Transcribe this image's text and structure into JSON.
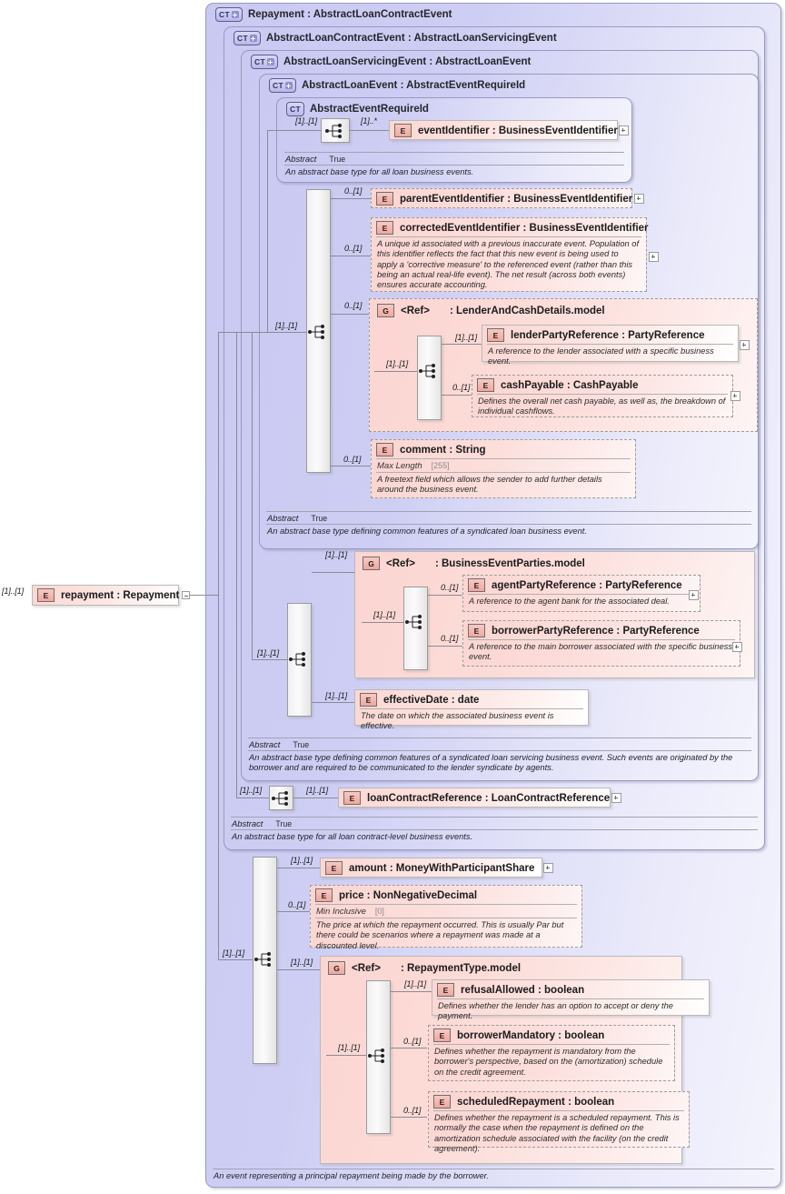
{
  "diagram": {
    "kind": "xsd-schema-diagram",
    "root_element": {
      "badge": "E",
      "label": "repayment : Repayment",
      "cardinality": "[1]..[1]"
    }
  },
  "complex_types": [
    {
      "id": "ct1",
      "badge": "CT",
      "expandable": true,
      "title": "Repayment : AbstractLoanContractEvent",
      "annotation": {
        "description": "An event representing a principal repayment being made by the borrower."
      }
    },
    {
      "id": "ct2",
      "badge": "CT",
      "expandable": true,
      "title": "AbstractLoanContractEvent : AbstractLoanServicingEvent",
      "annotation": {
        "abstract_key": "Abstract",
        "abstract_value": "True",
        "description": "An abstract base type for all loan contract-level business events."
      }
    },
    {
      "id": "ct3",
      "badge": "CT",
      "expandable": true,
      "title": "AbstractLoanServicingEvent : AbstractLoanEvent",
      "annotation": {
        "abstract_key": "Abstract",
        "abstract_value": "True",
        "description": "An abstract base type defining common features of a syndicated loan servicing business event. Such events are originated by the borrower and are required to be communicated to the lender syndicate by agents."
      }
    },
    {
      "id": "ct4",
      "badge": "CT",
      "expandable": true,
      "title": "AbstractLoanEvent : AbstractEventRequireId",
      "annotation": {
        "abstract_key": "Abstract",
        "abstract_value": "True",
        "description": "An abstract base type defining common features of a syndicated loan business event."
      }
    },
    {
      "id": "ct5",
      "badge": "CT",
      "expandable": false,
      "title": "AbstractEventRequireId",
      "annotation": {
        "abstract_key": "Abstract",
        "abstract_value": "True",
        "description": "An abstract base type for all loan business events."
      }
    }
  ],
  "groups": [
    {
      "id": "g_lender",
      "badge": "G",
      "ref": "<Ref>",
      "name": ": LenderAndCashDetails.model",
      "cardinality": "0..[1]"
    },
    {
      "id": "g_parties",
      "badge": "G",
      "ref": "<Ref>",
      "name": ": BusinessEventParties.model",
      "cardinality": "[1]..[1]"
    },
    {
      "id": "g_reptype",
      "badge": "G",
      "ref": "<Ref>",
      "name": ": RepaymentType.model",
      "cardinality": "[1]..[1]"
    }
  ],
  "elements": [
    {
      "id": "eventIdentifier",
      "badge": "E",
      "label": "eventIdentifier : BusinessEventIdentifier",
      "cardinality": "[1]..*",
      "expandable": true,
      "dashed": false
    },
    {
      "id": "parentEventIdentifier",
      "badge": "E",
      "label": "parentEventIdentifier : BusinessEventIdentifier",
      "cardinality": "0..[1]",
      "expandable": true,
      "dashed": true
    },
    {
      "id": "correctedEventIdentifier",
      "badge": "E",
      "label": "correctedEventIdentifier : BusinessEventIdentifier",
      "cardinality": "0..[1]",
      "expandable": true,
      "dashed": true,
      "doc": "A unique id associated with a previous inaccurate event. Population of this identifier reflects the fact that this new event is being used to apply a 'corrective measure' to the referenced event (rather than this being an actual real-life event). The net result (across both events) ensures accurate accounting."
    },
    {
      "id": "lenderPartyReference",
      "badge": "E",
      "label": "lenderPartyReference : PartyReference",
      "cardinality": "[1]..[1]",
      "expandable": true,
      "dashed": false,
      "doc": "A reference to the lender associated with a specific business event."
    },
    {
      "id": "cashPayable",
      "badge": "E",
      "label": "cashPayable : CashPayable",
      "cardinality": "0..[1]",
      "expandable": true,
      "dashed": true,
      "doc": "Defines the overall net cash payable, as well as, the breakdown of individual cashflows."
    },
    {
      "id": "comment",
      "badge": "E",
      "label": "comment : String",
      "cardinality": "0..[1]",
      "expandable": false,
      "dashed": true,
      "facet_key": "Max Length",
      "facet_value": "[255]",
      "doc": "A freetext field which allows the sender to add further details around the business event."
    },
    {
      "id": "agentPartyReference",
      "badge": "E",
      "label": "agentPartyReference : PartyReference",
      "cardinality": "0..[1]",
      "expandable": true,
      "dashed": true,
      "doc": "A reference to the agent bank for the associated deal."
    },
    {
      "id": "borrowerPartyReference",
      "badge": "E",
      "label": "borrowerPartyReference : PartyReference",
      "cardinality": "0..[1]",
      "expandable": true,
      "dashed": true,
      "doc": "A reference to the main borrower associated with the specific business event."
    },
    {
      "id": "effectiveDate",
      "badge": "E",
      "label": "effectiveDate : date",
      "cardinality": "[1]..[1]",
      "expandable": false,
      "dashed": false,
      "doc": "The date on which the associated business event is effective."
    },
    {
      "id": "loanContractReference",
      "badge": "E",
      "label": "loanContractReference : LoanContractReference",
      "cardinality": "[1]..[1]",
      "expandable": true,
      "dashed": false
    },
    {
      "id": "amount",
      "badge": "E",
      "label": "amount   : MoneyWithParticipantShare",
      "cardinality": "[1]..[1]",
      "expandable": true,
      "dashed": false
    },
    {
      "id": "price",
      "badge": "E",
      "label": "price       : NonNegativeDecimal",
      "cardinality": "0..[1]",
      "expandable": false,
      "dashed": true,
      "facet_key": "Min Inclusive",
      "facet_value": "[0]",
      "doc": "The price at which the repayment occurred. This is usually Par but there could be scenarios where a repayment was made at a discounted level."
    },
    {
      "id": "refusalAllowed",
      "badge": "E",
      "label": "refusalAllowed : boolean",
      "cardinality": "[1]..[1]",
      "expandable": false,
      "dashed": false,
      "doc": "Defines whether the lender has an option to accept or deny the payment."
    },
    {
      "id": "borrowerMandatory",
      "badge": "E",
      "label": "borrowerMandatory : boolean",
      "cardinality": "0..[1]",
      "expandable": false,
      "dashed": true,
      "doc": "Defines whether the repayment is mandatory from the borrower's perspective, based on the (amortization) schedule on the credit agreement."
    },
    {
      "id": "scheduledRepayment",
      "badge": "E",
      "label": "scheduledRepayment : boolean",
      "cardinality": "0..[1]",
      "expandable": false,
      "dashed": true,
      "doc": "Defines whether the repayment is a scheduled repayment. This is normally the case when the repayment is defined on the amortization schedule associated with the facility (on the credit agreement)."
    }
  ],
  "sequences": [
    {
      "id": "seq_ct5",
      "cardinality": "[1]..[1]"
    },
    {
      "id": "seq_ct4",
      "cardinality": "[1]..[1]"
    },
    {
      "id": "seq_lender",
      "cardinality": "[1]..[1]"
    },
    {
      "id": "seq_ct3",
      "cardinality": "[1]..[1]"
    },
    {
      "id": "seq_parties",
      "cardinality": "[1]..[1]"
    },
    {
      "id": "seq_ct2",
      "cardinality": "[1]..[1]"
    },
    {
      "id": "seq_ct1",
      "cardinality": "[1]..[1]"
    },
    {
      "id": "seq_reptype",
      "cardinality": "[1]..[1]"
    }
  ],
  "labels": {
    "abstract_key": "Abstract",
    "abstract_value": "True"
  }
}
